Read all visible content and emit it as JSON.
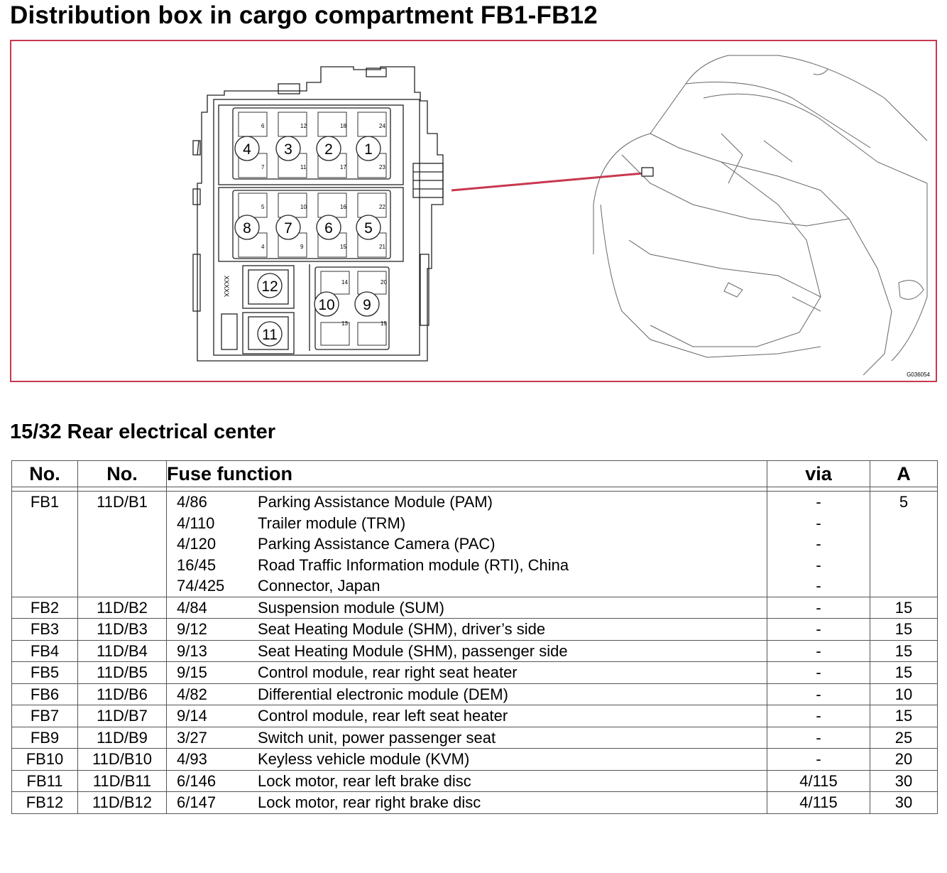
{
  "title": "Distribution box in cargo compartment FB1-FB12",
  "figure": {
    "code": "G036054",
    "fuse_numbers": [
      "1",
      "2",
      "3",
      "4",
      "5",
      "6",
      "7",
      "8",
      "9",
      "10",
      "11",
      "12"
    ],
    "small_labels": [
      "6",
      "12",
      "18",
      "24",
      "7",
      "11",
      "17",
      "23",
      "5",
      "10",
      "16",
      "22",
      "4",
      "9",
      "15",
      "21",
      "14",
      "20",
      "13",
      "19"
    ],
    "accent_color": "#c8384f"
  },
  "subtitle": "15/32 Rear electrical center",
  "table": {
    "headers": [
      "No.",
      "No.",
      "Fuse function",
      "via",
      "A"
    ],
    "rows": [
      {
        "no": "FB1",
        "no2": "11D/B1",
        "functions": [
          {
            "code": "4/86",
            "desc": "Parking Assistance Module (PAM)",
            "via": "-"
          },
          {
            "code": "4/110",
            "desc": "Trailer module (TRM)",
            "via": "-"
          },
          {
            "code": "4/120",
            "desc": "Parking Assistance Camera (PAC)",
            "via": "-"
          },
          {
            "code": "16/45",
            "desc": "Road Traffic Information module (RTI), China",
            "via": "-"
          },
          {
            "code": "74/425",
            "desc": "Connector, Japan",
            "via": "-"
          }
        ],
        "amp": "5"
      },
      {
        "no": "FB2",
        "no2": "11D/B2",
        "functions": [
          {
            "code": "4/84",
            "desc": "Suspension module (SUM)",
            "via": "-"
          }
        ],
        "amp": "15"
      },
      {
        "no": "FB3",
        "no2": "11D/B3",
        "functions": [
          {
            "code": "9/12",
            "desc": "Seat Heating Module (SHM), driver’s side",
            "via": "-"
          }
        ],
        "amp": "15"
      },
      {
        "no": "FB4",
        "no2": "11D/B4",
        "functions": [
          {
            "code": "9/13",
            "desc": "Seat Heating Module (SHM), passenger side",
            "via": "-"
          }
        ],
        "amp": "15"
      },
      {
        "no": "FB5",
        "no2": "11D/B5",
        "functions": [
          {
            "code": "9/15",
            "desc": "Control module, rear right seat heater",
            "via": "-"
          }
        ],
        "amp": "15"
      },
      {
        "no": "FB6",
        "no2": "11D/B6",
        "functions": [
          {
            "code": "4/82",
            "desc": "Differential electronic module (DEM)",
            "via": "-"
          }
        ],
        "amp": "10"
      },
      {
        "no": "FB7",
        "no2": "11D/B7",
        "functions": [
          {
            "code": "9/14",
            "desc": "Control module, rear left seat heater",
            "via": "-"
          }
        ],
        "amp": "15"
      },
      {
        "no": "FB9",
        "no2": "11D/B9",
        "functions": [
          {
            "code": "3/27",
            "desc": "Switch unit, power passenger seat",
            "via": "-"
          }
        ],
        "amp": "25"
      },
      {
        "no": "FB10",
        "no2": "11D/B10",
        "functions": [
          {
            "code": "4/93",
            "desc": "Keyless vehicle module (KVM)",
            "via": "-"
          }
        ],
        "amp": "20"
      },
      {
        "no": "FB11",
        "no2": "11D/B11",
        "functions": [
          {
            "code": "6/146",
            "desc": "Lock motor, rear left brake disc",
            "via": "4/115"
          }
        ],
        "amp": "30"
      },
      {
        "no": "FB12",
        "no2": "11D/B12",
        "functions": [
          {
            "code": "6/147",
            "desc": "Lock motor, rear right brake disc",
            "via": "4/115"
          }
        ],
        "amp": "30"
      }
    ]
  }
}
